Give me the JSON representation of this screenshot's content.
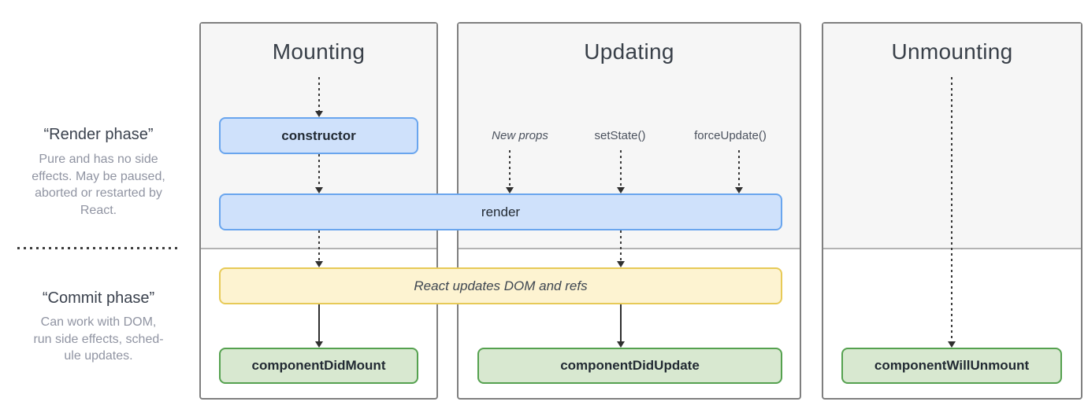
{
  "sidebar": {
    "render_phase": {
      "title": "“Render phase”",
      "lines": [
        "Pure and has no side",
        "effects. May be paused,",
        "aborted or restarted by",
        "React."
      ]
    },
    "commit_phase": {
      "title": "“Commit phase”",
      "lines": [
        "Can work with DOM,",
        "run side effects, sched-",
        "ule updates."
      ]
    }
  },
  "columns": {
    "mounting": {
      "title": "Mounting"
    },
    "updating": {
      "title": "Updating",
      "triggers": [
        "New props",
        "setState()",
        "forceUpdate()"
      ]
    },
    "unmounting": {
      "title": "Unmounting"
    }
  },
  "nodes": {
    "constructor": "constructor",
    "render": "render",
    "dom_update": "React updates DOM and refs",
    "component_did_mount": "componentDidMount",
    "component_did_update": "componentDidUpdate",
    "component_will_unmount": "componentWillUnmount"
  },
  "colors": {
    "lifecycle_box_fill": "#cfe1fb",
    "lifecycle_box_border": "#69a5ee",
    "side_effect_fill": "#fdf3d1",
    "side_effect_border": "#e7ca57",
    "commit_box_fill": "#d8e8d0",
    "commit_box_border": "#55a14f",
    "phase_top_bg": "#f6f6f6"
  }
}
